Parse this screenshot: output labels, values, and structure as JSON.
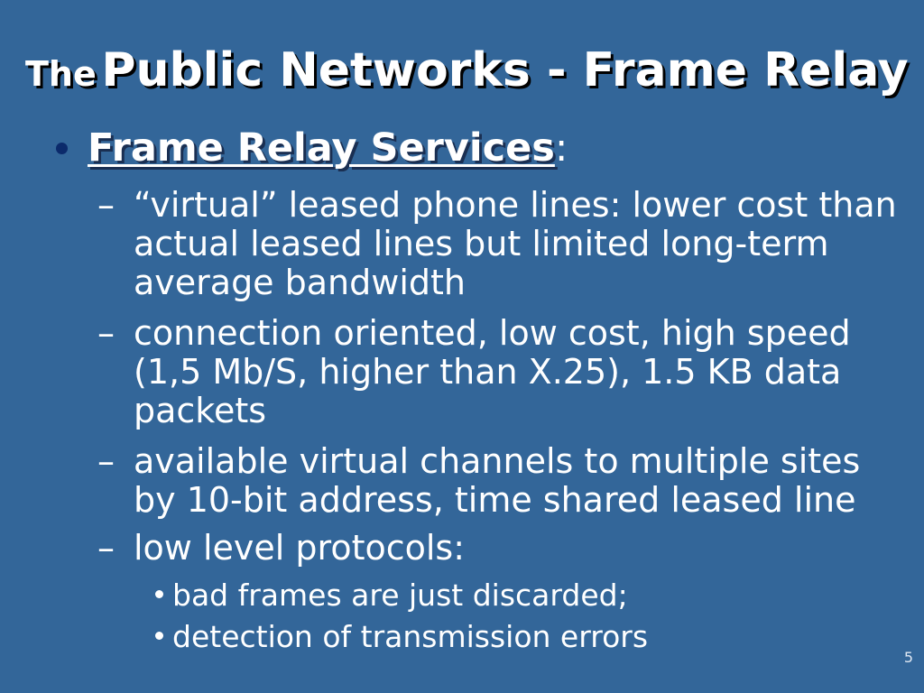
{
  "slide": {
    "title_small": "The",
    "title_big": "Public Networks - Frame Relay",
    "heading": "Frame Relay Services",
    "heading_colon": ":",
    "items": [
      {
        "dash": "–",
        "text": "“virtual” leased phone lines: lower cost than actual leased lines but limited long-term average bandwidth"
      },
      {
        "dash": "–",
        "text": "connection oriented, low cost, high speed (1,5 Mb/S, higher than X.25), 1.5 KB data packets"
      },
      {
        "dash": "–",
        "text": "available virtual channels to multiple sites by 10-bit address, time shared leased line"
      },
      {
        "dash": "–",
        "text": "low level protocols:"
      }
    ],
    "subitems": [
      "bad frames are just discarded;",
      "detection of transmission errors"
    ],
    "page_number": "5"
  }
}
